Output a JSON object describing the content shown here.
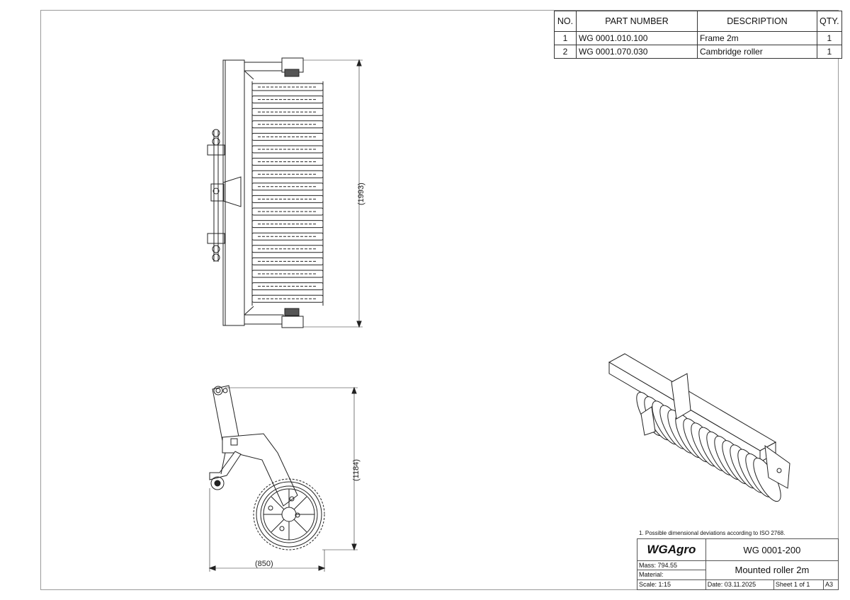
{
  "bom": {
    "headers": [
      "NO.",
      "PART NUMBER",
      "DESCRIPTION",
      "QTY."
    ],
    "rows": [
      {
        "no": "1",
        "part": "WG 0001.010.100",
        "desc": "Frame 2m",
        "qty": "1"
      },
      {
        "no": "2",
        "part": "WG 0001.070.030",
        "desc": "Cambridge roller",
        "qty": "1"
      }
    ]
  },
  "dimensions": {
    "width_top": "(1993)",
    "height_side": "(1184)",
    "length_side": "(850)"
  },
  "title_block": {
    "note": "1. Possible dimensional deviations according to ISO 2768.",
    "company": "WGAgro",
    "drawing_number": "WG 0001-200",
    "mass": "Mass: 794.55",
    "material": "Material:",
    "title": "Mounted roller 2m",
    "scale": "Scale: 1:15",
    "date": "Date: 03.11.2025",
    "sheet": "Sheet 1 of 1",
    "format": "A3"
  }
}
